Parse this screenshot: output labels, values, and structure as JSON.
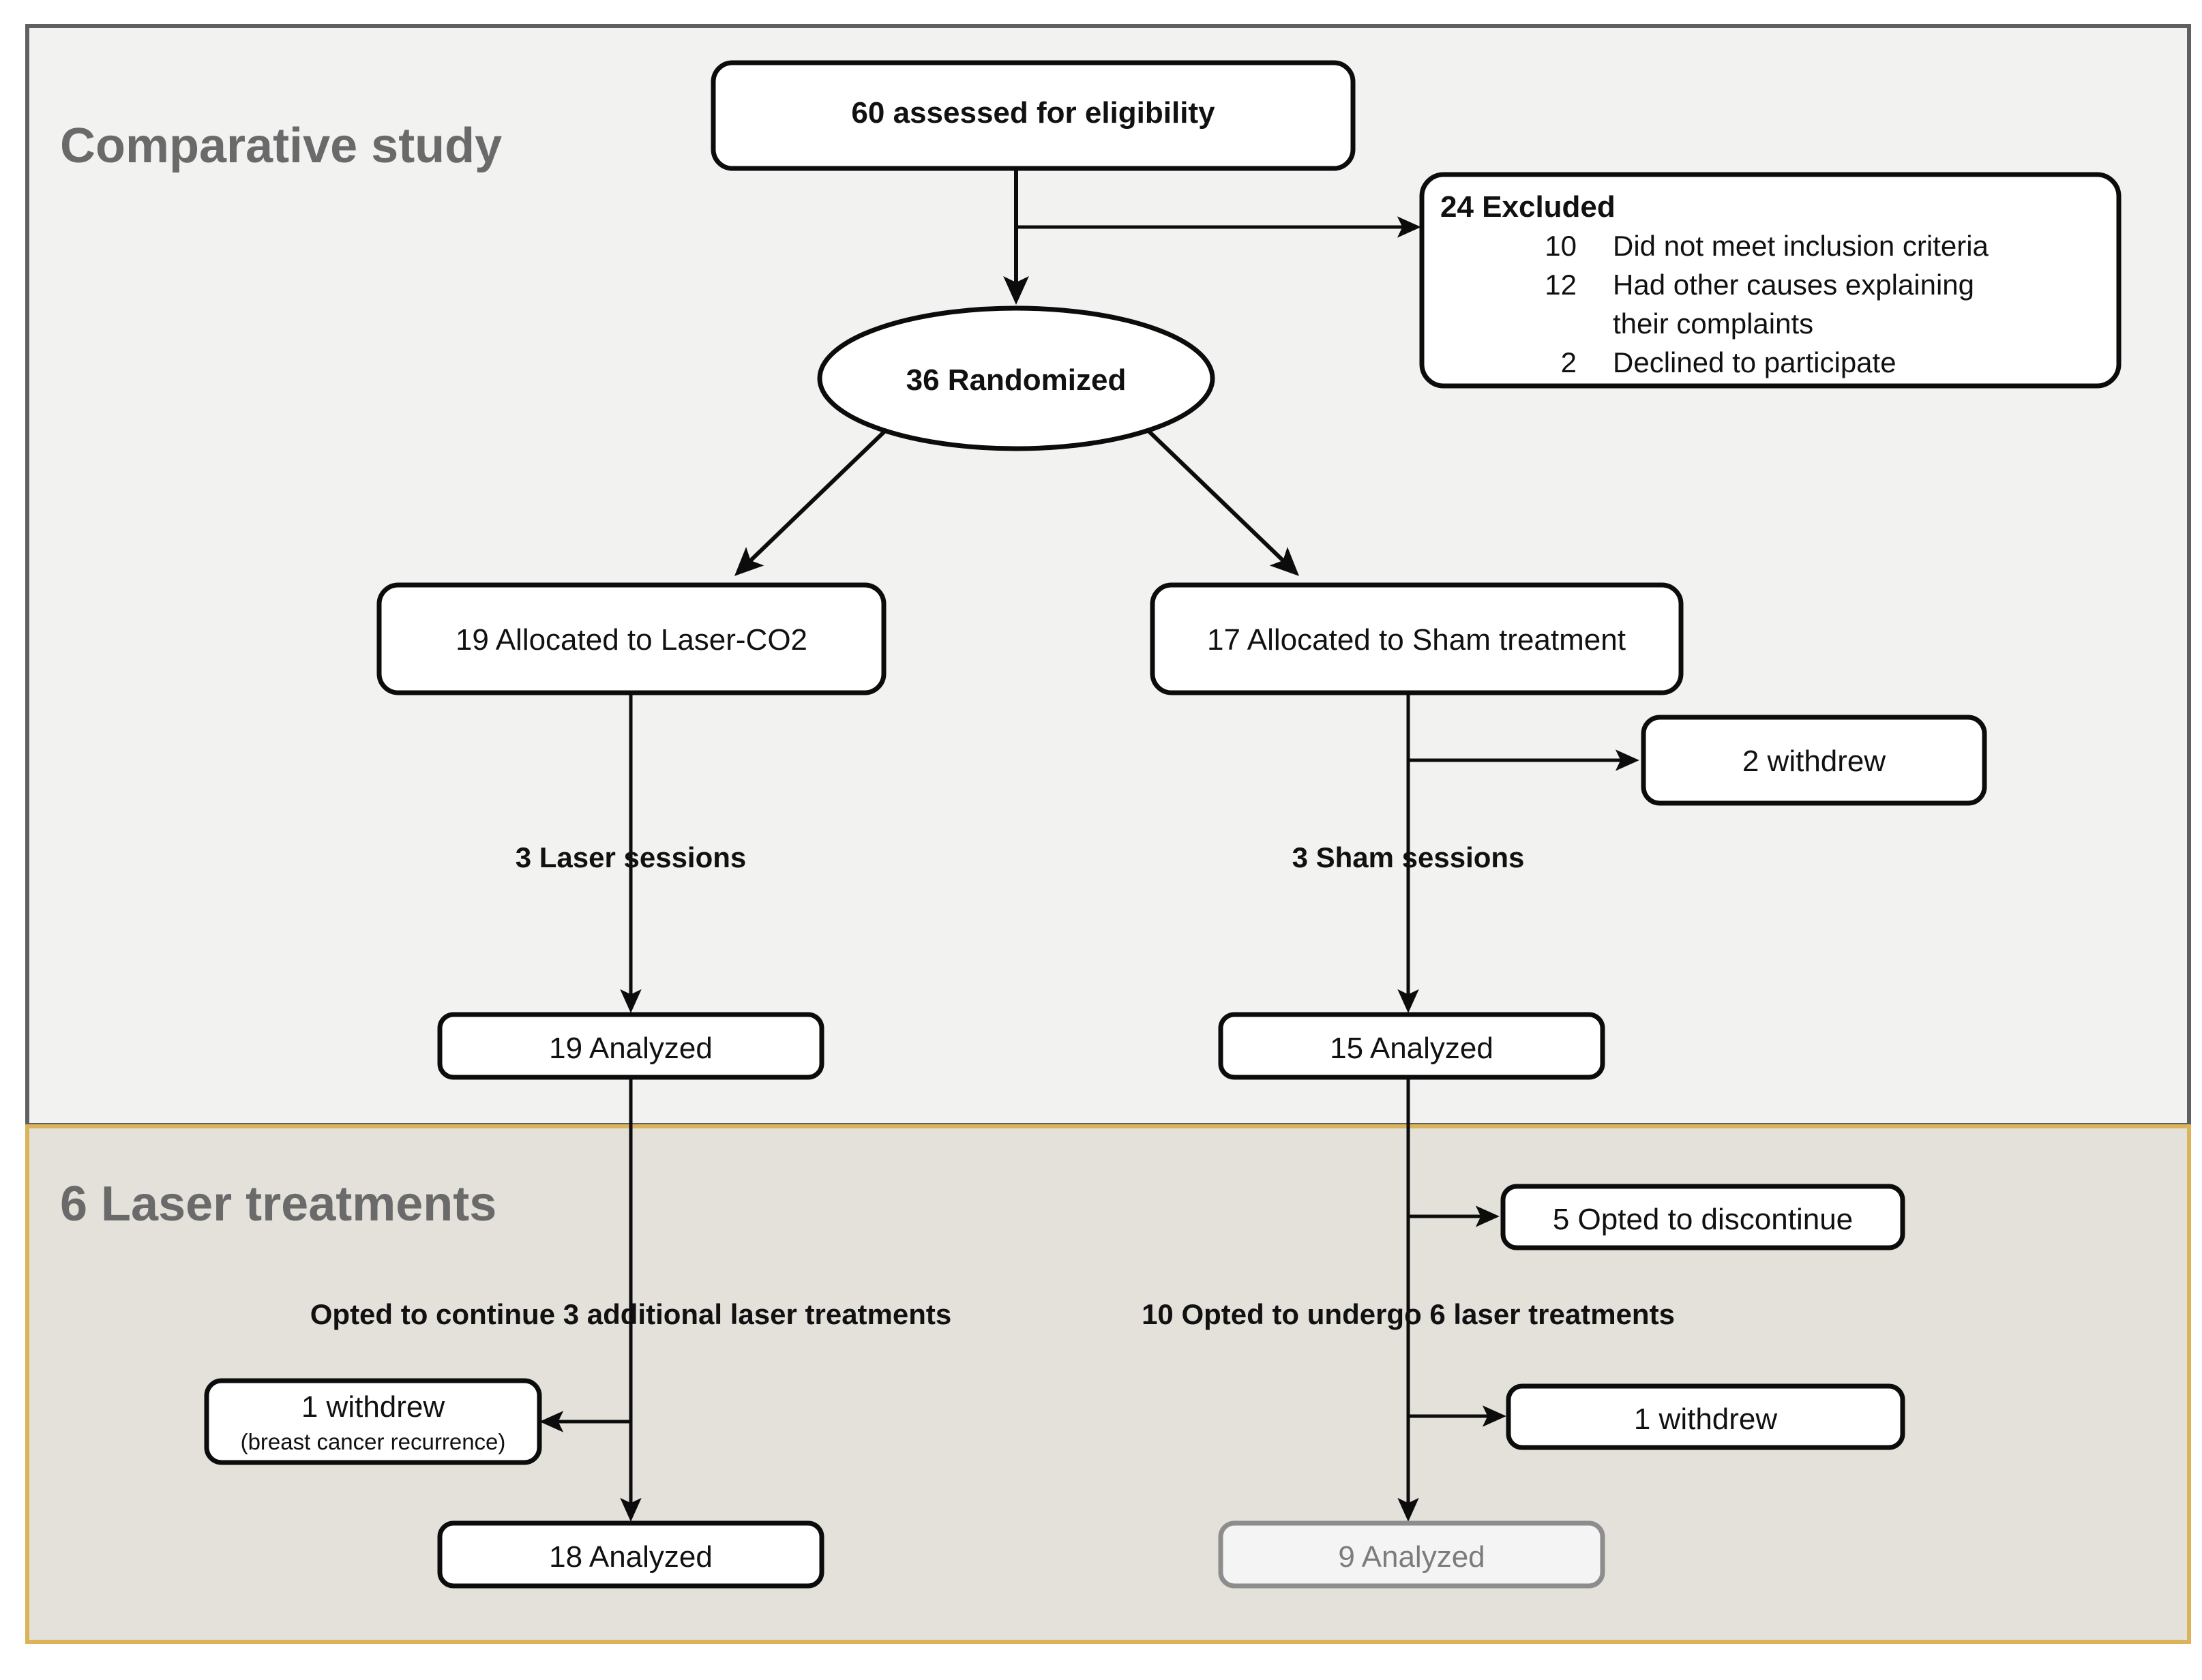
{
  "diagram": {
    "type": "consort-flow-diagram",
    "panels": [
      {
        "id": "comparative-study",
        "title": "Comparative study",
        "border_color": "#5f6062",
        "background_color": "#f2f2f1"
      },
      {
        "id": "six-laser-treatments",
        "title": "6 Laser treatments",
        "border_color": "#dbb45a",
        "background_color": "#e3e1da"
      }
    ],
    "nodes": {
      "assessed": "60 assessed for eligibility",
      "randomized": "36 Randomized",
      "allocated_left": "19 Allocated to Laser-CO2",
      "allocated_right": "17 Allocated to Sham treatment",
      "withdrew_sham": "2 withdrew",
      "analyzed_left_1": "19 Analyzed",
      "analyzed_right_1": "15 Analyzed",
      "opted_discontinue": "5 Opted to discontinue",
      "withdrew_left_2_line1": "1 withdrew",
      "withdrew_left_2_line2": "(breast cancer recurrence)",
      "withdrew_right_2": "1 withdrew",
      "analyzed_left_2": "18 Analyzed",
      "analyzed_right_2": "9 Analyzed"
    },
    "excluded": {
      "heading": "24 Excluded",
      "reasons": [
        {
          "count": "10",
          "text": "Did not meet inclusion criteria"
        },
        {
          "count": "12",
          "text": "Had other causes explaining"
        },
        {
          "count": "",
          "text": "their complaints"
        },
        {
          "count": "2",
          "text": "Declined to participate"
        }
      ]
    },
    "edge_labels": {
      "laser_sessions": "3 Laser sessions",
      "sham_sessions": "3 Sham sessions",
      "continue_left": "Opted to continue 3 additional laser treatments",
      "continue_right": "10 Opted to undergo 6 laser treatments"
    }
  }
}
